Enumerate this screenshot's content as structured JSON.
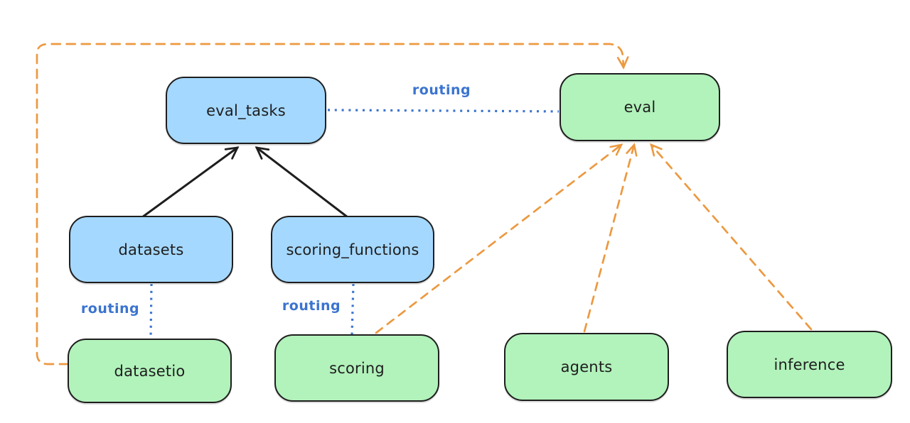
{
  "diagram": {
    "nodes": {
      "eval_tasks": {
        "label": "eval_tasks",
        "fill": "blue"
      },
      "eval": {
        "label": "eval",
        "fill": "green"
      },
      "datasets": {
        "label": "datasets",
        "fill": "blue"
      },
      "scoring_functions": {
        "label": "scoring_functions",
        "fill": "blue"
      },
      "datasetio": {
        "label": "datasetio",
        "fill": "green"
      },
      "scoring": {
        "label": "scoring",
        "fill": "green"
      },
      "agents": {
        "label": "agents",
        "fill": "green"
      },
      "inference": {
        "label": "inference",
        "fill": "green"
      }
    },
    "edges": [
      {
        "from": "datasets",
        "to": "eval_tasks",
        "style": "solid",
        "color": "black",
        "arrow": true,
        "label": ""
      },
      {
        "from": "scoring_functions",
        "to": "eval_tasks",
        "style": "solid",
        "color": "black",
        "arrow": true,
        "label": ""
      },
      {
        "from": "eval_tasks",
        "to": "eval",
        "style": "dotted",
        "color": "blue",
        "arrow": false,
        "label": "routing"
      },
      {
        "from": "datasets",
        "to": "datasetio",
        "style": "dotted",
        "color": "blue",
        "arrow": false,
        "label": "routing"
      },
      {
        "from": "scoring_functions",
        "to": "scoring",
        "style": "dotted",
        "color": "blue",
        "arrow": false,
        "label": "routing"
      },
      {
        "from": "datasetio",
        "to": "eval",
        "style": "dashed",
        "color": "orange",
        "arrow": true,
        "label": ""
      },
      {
        "from": "scoring",
        "to": "eval",
        "style": "dashed",
        "color": "orange",
        "arrow": true,
        "label": ""
      },
      {
        "from": "agents",
        "to": "eval",
        "style": "dashed",
        "color": "orange",
        "arrow": true,
        "label": ""
      },
      {
        "from": "inference",
        "to": "eval",
        "style": "dashed",
        "color": "orange",
        "arrow": true,
        "label": ""
      }
    ],
    "colors": {
      "blue_node_fill": "#a5d8ff",
      "green_node_fill": "#b2f2bb",
      "node_stroke": "#1e1e1e",
      "orange_edge": "#ec9940",
      "blue_edge": "#3b74cf",
      "black_edge": "#1e1e1e",
      "background": "#ffffff"
    }
  }
}
